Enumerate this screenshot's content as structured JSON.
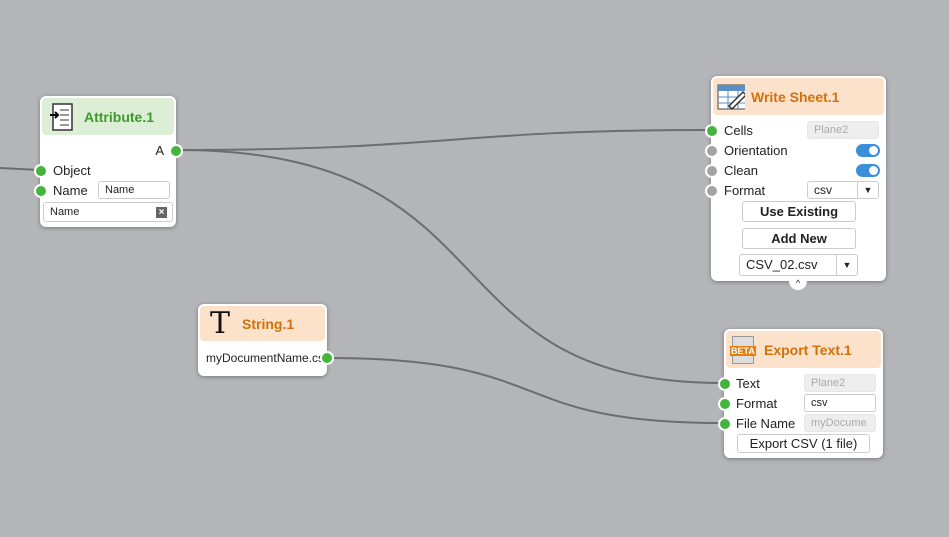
{
  "attribute": {
    "title": "Attribute.1",
    "output": "A",
    "inputs": [
      {
        "label": "Object"
      },
      {
        "label": "Name",
        "value": "Name"
      }
    ],
    "list_value": "Name",
    "icon": "list-arrow-icon"
  },
  "write_sheet": {
    "title": "Write Sheet.1",
    "icon": "spreadsheet-edit-icon",
    "cells_label": "Cells",
    "cells_value": "Plane2",
    "orientation_label": "Orientation",
    "orientation_on": true,
    "clean_label": "Clean",
    "clean_on": true,
    "format_label": "Format",
    "format_value": "csv",
    "use_existing": "Use Existing",
    "add_new": "Add New",
    "file_value": "CSV_02.csv"
  },
  "string": {
    "title": "String.1",
    "value": "myDocumentName.cs",
    "icon": "text-T-icon"
  },
  "export_text": {
    "title": "Export Text.1",
    "icon_badge": "BETA",
    "text_label": "Text",
    "text_value": "Plane2",
    "format_label": "Format",
    "format_value": "csv",
    "filename_label": "File Name",
    "filename_value": "myDocume",
    "export_button": "Export CSV (1 file)"
  }
}
